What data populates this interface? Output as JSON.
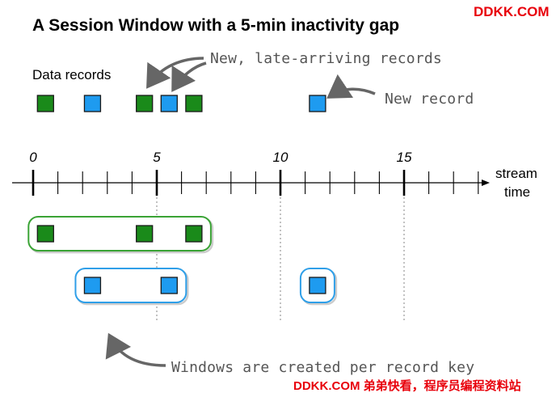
{
  "diagram": {
    "title": "A Session Window with a 5-min inactivity gap",
    "data_records_label": "Data records",
    "late_records_note": "New, late-arriving records",
    "new_record_note": "New record",
    "windows_note": "Windows are created per record key",
    "axis_label_line1": "stream",
    "axis_label_line2": "time",
    "tick_labels": [
      "0",
      "5",
      "10",
      "15"
    ],
    "axis": {
      "min": 0,
      "max": 18,
      "major_ticks": [
        0,
        5,
        10,
        15
      ]
    },
    "colors": {
      "green_key": "#1a8a1a",
      "blue_key": "#1e9bf0",
      "green_window_border": "#3aa335",
      "blue_window_border": "#2f9fe8",
      "watermark": "#e8000b"
    },
    "records": [
      {
        "key": "green",
        "time": 0.5
      },
      {
        "key": "blue",
        "time": 2.4
      },
      {
        "key": "green",
        "time": 4.5
      },
      {
        "key": "blue",
        "time": 5.5
      },
      {
        "key": "green",
        "time": 6.5
      },
      {
        "key": "blue",
        "time": 11.5
      }
    ],
    "windows": [
      {
        "key": "green",
        "records": [
          0.5,
          4.5,
          6.5
        ]
      },
      {
        "key": "blue",
        "records": [
          2.4,
          5.5
        ]
      },
      {
        "key": "blue",
        "records": [
          11.5
        ]
      }
    ]
  },
  "watermark": {
    "top": "DDKK.COM",
    "bottom": "DDKK.COM 弟弟快看，程序员编程资料站"
  }
}
